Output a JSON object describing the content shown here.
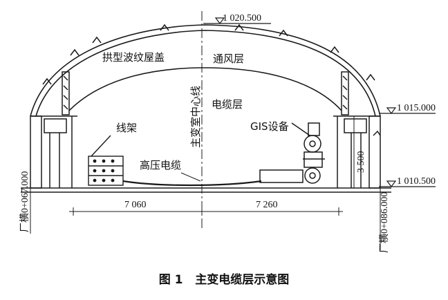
{
  "labels": {
    "roof": "拱型波纹屋盖",
    "vent_layer": "通风层",
    "cable_layer": "电缆层",
    "centerline": "主变室中心线",
    "rack": "线架",
    "hv_cable": "高压电缆",
    "gis": "GIS设备"
  },
  "elevations": {
    "top": "1 020.500",
    "mid": "1 015.000",
    "floor": "1 010.500"
  },
  "dimensions": {
    "left_span": "7 060",
    "right_span": "7 260",
    "height": "3 500"
  },
  "stations": {
    "left": "厂横0+067.000",
    "right": "厂横0+086.000"
  },
  "caption": {
    "figure_no": "图 1",
    "title": "主变电缆层示意图"
  }
}
